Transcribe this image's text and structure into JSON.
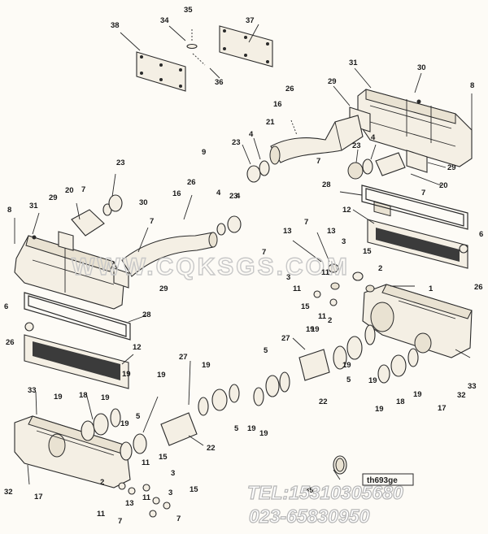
{
  "watermark": "WWW.CQKSGS.COM",
  "contact": {
    "tel": "TEL:15310305680",
    "phone": "023-65830950"
  },
  "reference": "th693ge",
  "callouts": [
    {
      "text": "38"
    },
    {
      "text": "34"
    },
    {
      "text": "35"
    },
    {
      "text": "37"
    },
    {
      "text": "36"
    },
    {
      "text": "31"
    },
    {
      "text": "30"
    },
    {
      "text": "8"
    },
    {
      "text": "29"
    },
    {
      "text": "26"
    },
    {
      "text": "16"
    },
    {
      "text": "21"
    },
    {
      "text": "4"
    },
    {
      "text": "23"
    },
    {
      "text": "7"
    },
    {
      "text": "4"
    },
    {
      "text": "23"
    },
    {
      "text": "29"
    },
    {
      "text": "20"
    },
    {
      "text": "7"
    },
    {
      "text": "28"
    },
    {
      "text": "9"
    },
    {
      "text": "23"
    },
    {
      "text": "26"
    },
    {
      "text": "4"
    },
    {
      "text": "7"
    },
    {
      "text": "20"
    },
    {
      "text": "30"
    },
    {
      "text": "16"
    },
    {
      "text": "4"
    },
    {
      "text": "23"
    },
    {
      "text": "8"
    },
    {
      "text": "31"
    },
    {
      "text": "29"
    },
    {
      "text": "7"
    },
    {
      "text": "29"
    },
    {
      "text": "7"
    },
    {
      "text": "13"
    },
    {
      "text": "7"
    },
    {
      "text": "13"
    },
    {
      "text": "12"
    },
    {
      "text": "6"
    },
    {
      "text": "3"
    },
    {
      "text": "15"
    },
    {
      "text": "2"
    },
    {
      "text": "3"
    },
    {
      "text": "11"
    },
    {
      "text": "11"
    },
    {
      "text": "1"
    },
    {
      "text": "26"
    },
    {
      "text": "15"
    },
    {
      "text": "11"
    },
    {
      "text": "2"
    },
    {
      "text": "6"
    },
    {
      "text": "28"
    },
    {
      "text": "26"
    },
    {
      "text": "12"
    },
    {
      "text": "27"
    },
    {
      "text": "19"
    },
    {
      "text": "5"
    },
    {
      "text": "19"
    },
    {
      "text": "19"
    },
    {
      "text": "19"
    },
    {
      "text": "5"
    },
    {
      "text": "19"
    },
    {
      "text": "33"
    },
    {
      "text": "27"
    },
    {
      "text": "19"
    },
    {
      "text": "22"
    },
    {
      "text": "19"
    },
    {
      "text": "18"
    },
    {
      "text": "19"
    },
    {
      "text": "32"
    },
    {
      "text": "17"
    },
    {
      "text": "33"
    },
    {
      "text": "19"
    },
    {
      "text": "18"
    },
    {
      "text": "19"
    },
    {
      "text": "5"
    },
    {
      "text": "19"
    },
    {
      "text": "22"
    },
    {
      "text": "5"
    },
    {
      "text": "19"
    },
    {
      "text": "19"
    },
    {
      "text": "19"
    },
    {
      "text": "15"
    },
    {
      "text": "2"
    },
    {
      "text": "11"
    },
    {
      "text": "3"
    },
    {
      "text": "11"
    },
    {
      "text": "3"
    },
    {
      "text": "11"
    },
    {
      "text": "13"
    },
    {
      "text": "7"
    },
    {
      "text": "15"
    },
    {
      "text": "7"
    },
    {
      "text": "32"
    },
    {
      "text": "17"
    },
    {
      "text": "39"
    }
  ]
}
